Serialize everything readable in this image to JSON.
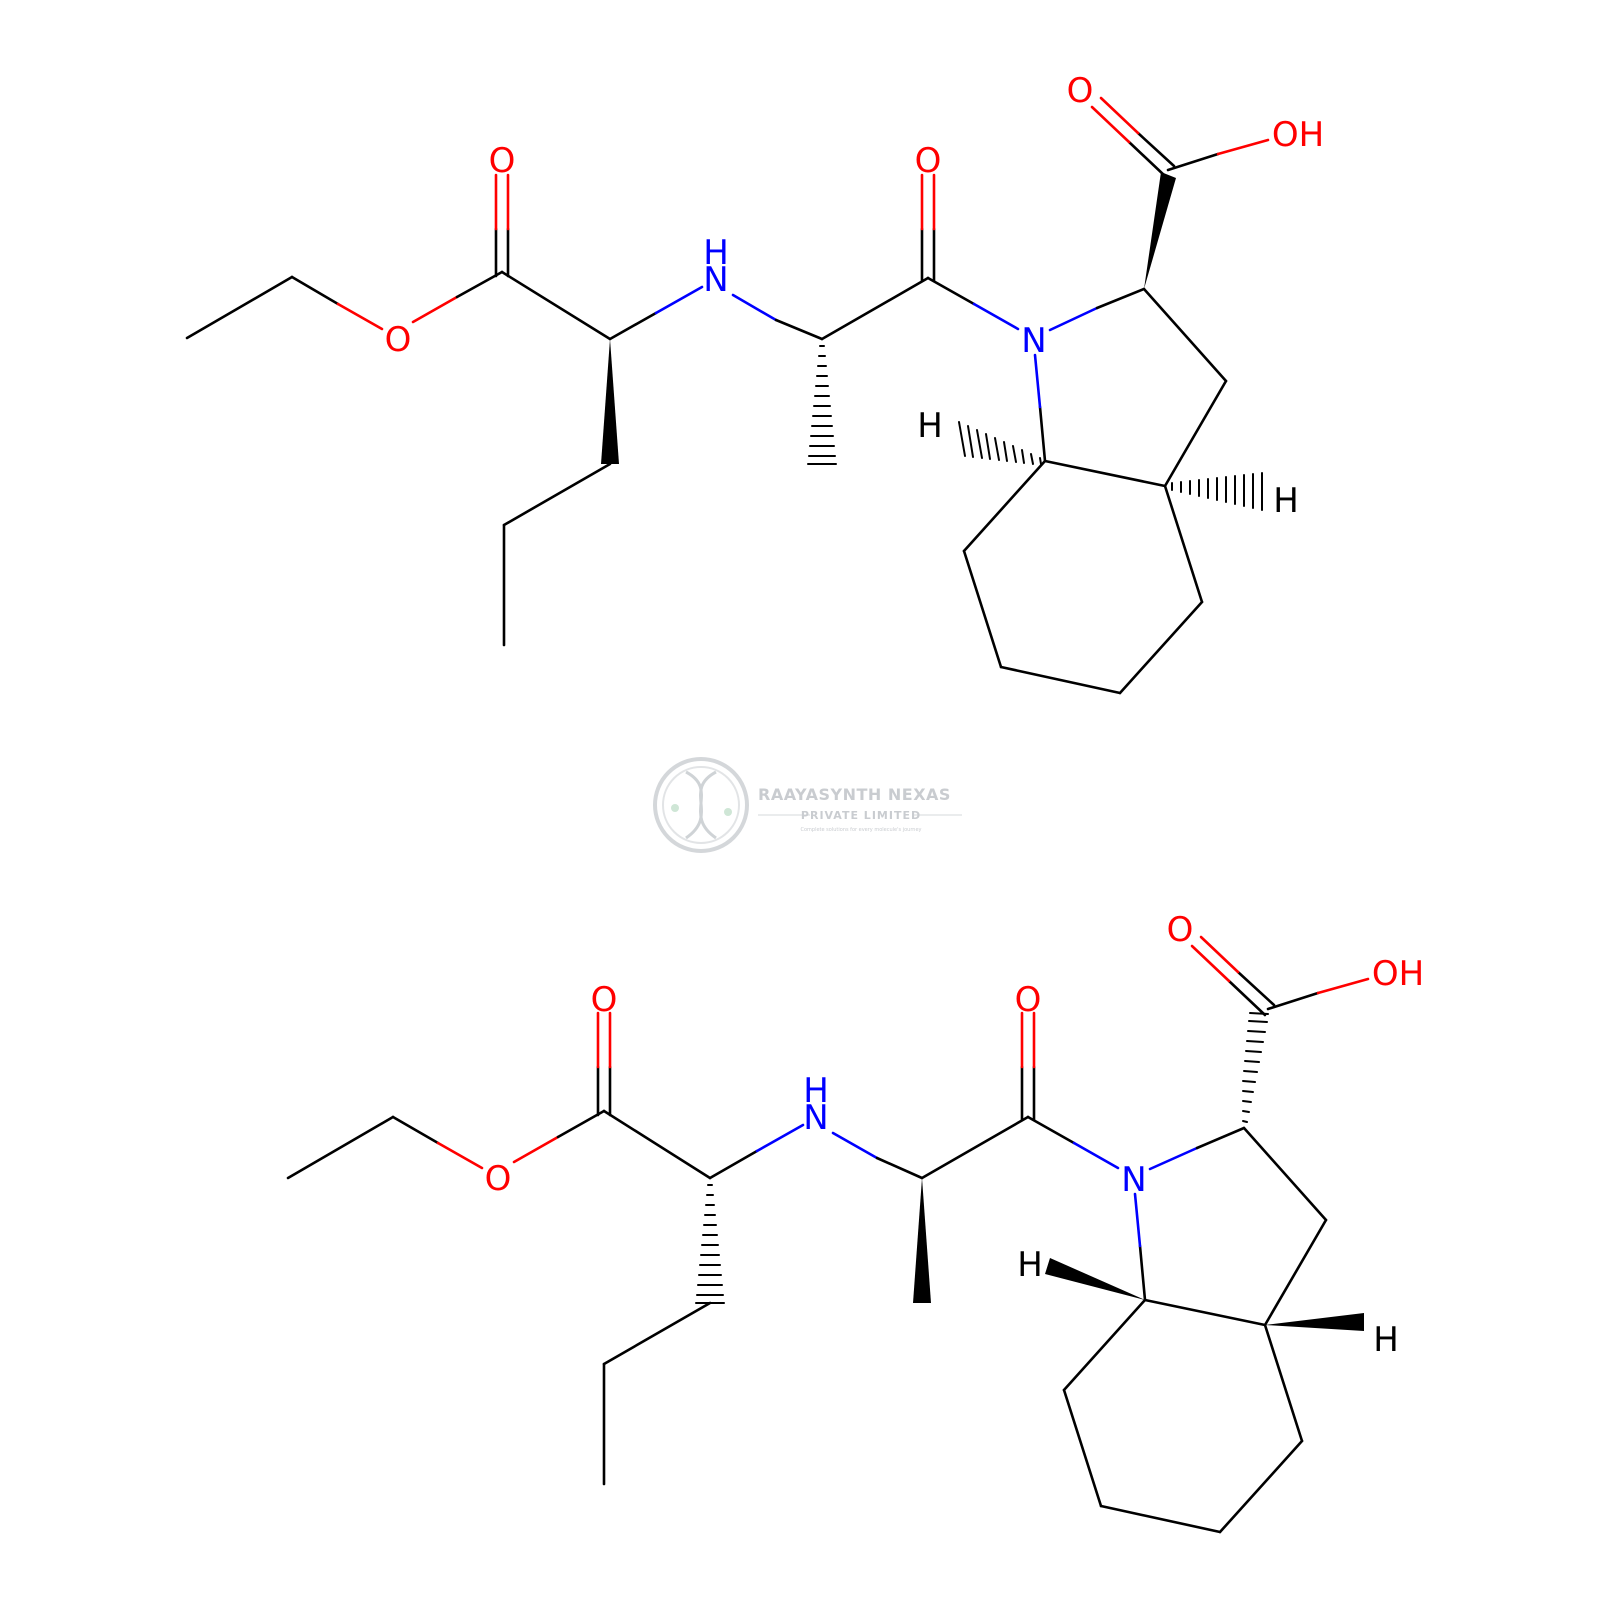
{
  "colors": {
    "bond": "#000000",
    "oxygen": "#ff0000",
    "nitrogen": "#0000ff",
    "hydrogen": "#000000",
    "watermark": "#c9ccd0"
  },
  "watermark": {
    "title": "RAAYASYNTH NEXAS",
    "subtitle": "PRIVATE LIMITED",
    "tagline": "Complete solutions for every molecule's journey"
  },
  "molecules": [
    {
      "labels": {
        "ester_carbonyl_o": "O",
        "ester_o": "O",
        "amine": "N",
        "amine_h": "H",
        "amide_o": "O",
        "ring_n": "N",
        "acid_o": "O",
        "acid_oh": "OH",
        "h_left": "H",
        "h_right": "H"
      }
    },
    {
      "labels": {
        "ester_carbonyl_o": "O",
        "ester_o": "O",
        "amine": "N",
        "amine_h": "H",
        "amide_o": "O",
        "ring_n": "N",
        "acid_o": "O",
        "acid_oh": "OH",
        "h_left": "H",
        "h_right": "H"
      }
    }
  ]
}
